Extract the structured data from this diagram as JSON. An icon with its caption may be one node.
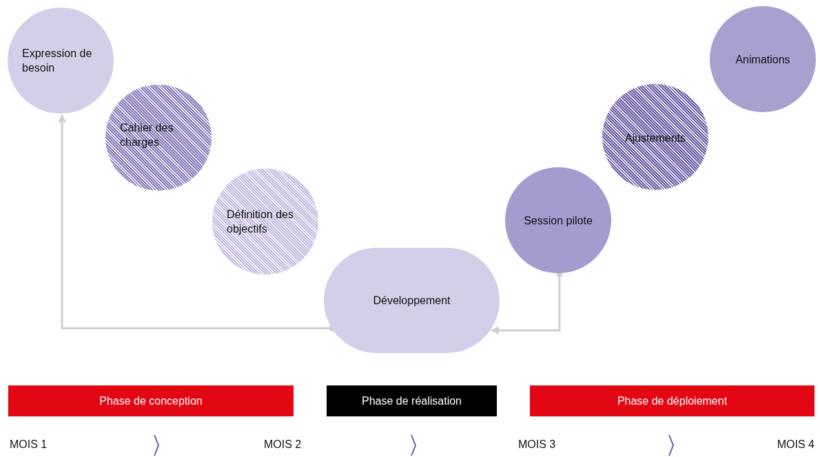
{
  "diagram": {
    "nodes": [
      {
        "text": [
          "Expression de besoin"
        ]
      },
      {
        "text": [
          "Cahier des charges"
        ]
      },
      {
        "text": [
          "Définition des objectifs"
        ]
      },
      {
        "text": [
          "Développement"
        ]
      },
      {
        "text": [
          "Session pilote"
        ]
      },
      {
        "text": [
          "Ajustements"
        ]
      },
      {
        "text": [
          "Animations"
        ]
      },
      {
        "text": [
          "Phase de conception"
        ]
      },
      {
        "text": [
          "Phase de réalisation"
        ]
      },
      {
        "text": [
          "Phase de déploiement"
        ]
      }
    ],
    "edges": [
      {
        "from": 3,
        "to": 0,
        "arrow": "to"
      },
      {
        "from": 4,
        "to": 3,
        "arrow": "to"
      }
    ],
    "labels": [
      "MOIS 1",
      "MOIS 2",
      "MOIS 3",
      "MOIS 4"
    ]
  }
}
